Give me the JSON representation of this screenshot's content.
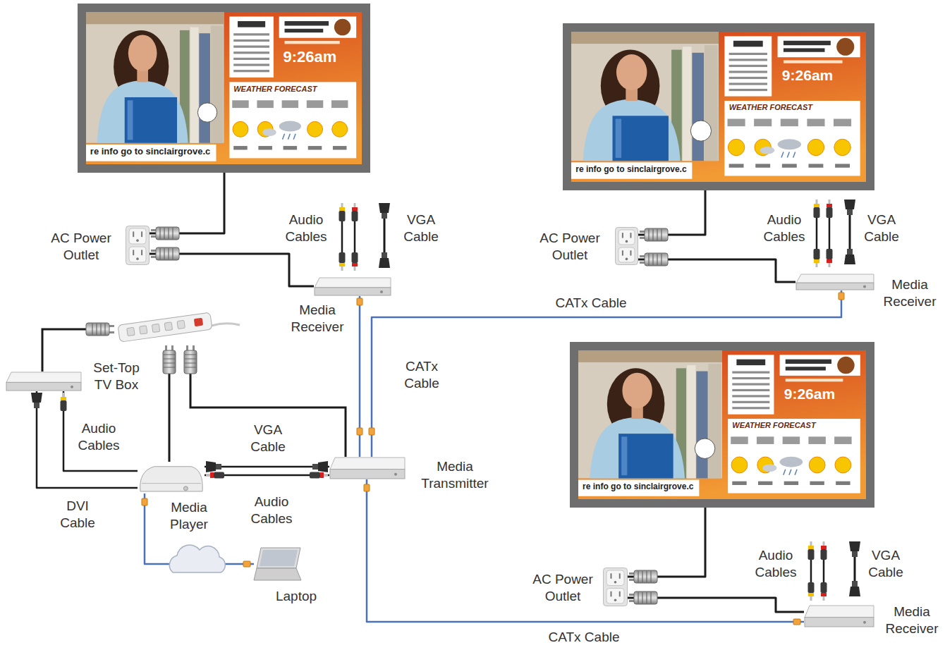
{
  "diagram": {
    "nodes": [
      {
        "text": [
          "9:26am",
          "WEATHER FORECAST",
          "re info go to sinclairgrove.c"
        ]
      },
      {
        "text": [
          "AC Power Outlet"
        ]
      },
      {
        "text": [
          "Media Receiver"
        ]
      },
      {
        "text": [
          "9:26am",
          "WEATHER FORECAST",
          "re info go to sinclairgrove.c"
        ]
      },
      {
        "text": [
          "AC Power Outlet"
        ]
      },
      {
        "text": [
          "Media Receiver"
        ]
      },
      {
        "text": [
          "Set-Top TV Box"
        ]
      },
      {
        "text": [
          "Media Player"
        ]
      },
      {
        "text": [
          "Media Transmitter"
        ]
      },
      {
        "text": [
          "Laptop"
        ]
      },
      {
        "text": [
          "9:26am",
          "WEATHER FORECAST",
          "re info go to sinclairgrove.c"
        ]
      },
      {
        "text": [
          "AC Power Outlet"
        ]
      },
      {
        "text": [
          "Media Receiver"
        ]
      }
    ],
    "edges": [
      {
        "from": 0,
        "to": 1,
        "arrow": "none"
      },
      {
        "from": 2,
        "to": 1,
        "arrow": "none"
      },
      {
        "from": 3,
        "to": 4,
        "arrow": "none"
      },
      {
        "from": 5,
        "to": 4,
        "arrow": "none"
      },
      {
        "from": 8,
        "to": 2,
        "label": "CATx Cable",
        "arrow": "none"
      },
      {
        "from": 8,
        "to": 5,
        "label": "CATx Cable",
        "arrow": "none"
      },
      {
        "from": 6,
        "to": 7,
        "label": "Audio Cables",
        "arrow": "none"
      },
      {
        "from": 6,
        "to": 7,
        "label": "DVI Cable",
        "arrow": "none"
      },
      {
        "from": 7,
        "to": 8,
        "label": "VGA Cable",
        "arrow": "none"
      },
      {
        "from": 7,
        "to": 8,
        "label": "Audio Cables",
        "arrow": "none"
      },
      {
        "from": 7,
        "to": 9,
        "arrow": "none"
      },
      {
        "from": 10,
        "to": 11,
        "arrow": "none"
      },
      {
        "from": 12,
        "to": 11,
        "arrow": "none"
      },
      {
        "from": 8,
        "to": 12,
        "label": "CATx Cable",
        "arrow": "none"
      }
    ],
    "labels": [
      "Audio Cables",
      "VGA Cable",
      "Audio Cables",
      "VGA Cable",
      "Audio Cables",
      "VGA Cable"
    ]
  }
}
